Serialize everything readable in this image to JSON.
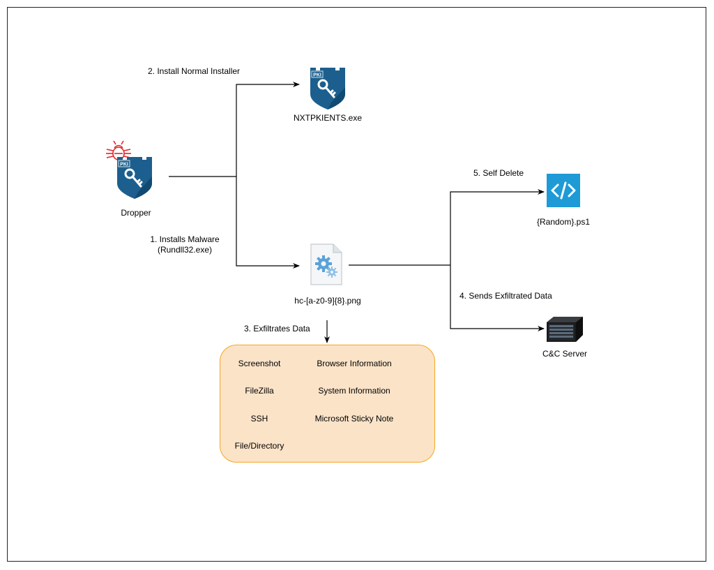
{
  "nodes": {
    "dropper": {
      "label": "Dropper"
    },
    "installer": {
      "label": "NXTPKIENTS.exe"
    },
    "png_file": {
      "label": "hc-[a-z0-9]{8}.png"
    },
    "ps1_script": {
      "label": "{Random}.ps1"
    },
    "cc_server": {
      "label": "C&C Server"
    }
  },
  "badges": {
    "pki": "PKI"
  },
  "edges": {
    "install_normal": "2. Install Normal Installer",
    "installs_malware_line1": "1. Installs Malware",
    "installs_malware_line2": "(Rundll32.exe)",
    "self_delete": "5. Self Delete",
    "sends_data": "4. Sends Exfiltrated Data",
    "exfiltrates": "3. Exfiltrates Data"
  },
  "exfil_items": {
    "screenshot": "Screenshot",
    "browser_info": "Browser Information",
    "filezilla": "FileZilla",
    "system_info": "System Information",
    "ssh": "SSH",
    "sticky_note": "Microsoft Sticky Note",
    "file_directory": "File/Directory"
  },
  "colors": {
    "pki_blue": "#1c5f8e",
    "pki_blue_dark": "#104a72",
    "script_blue": "#1e9ad6",
    "box_fill": "#fbe3c8",
    "box_border": "#f5a623",
    "malware_red": "#e0242a"
  }
}
